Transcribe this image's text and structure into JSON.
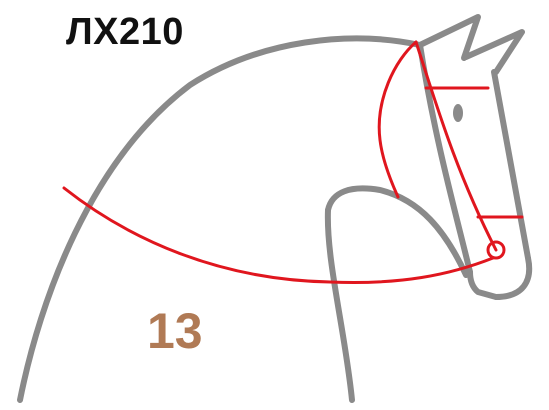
{
  "header": {
    "code": "ЛХ210"
  },
  "step": {
    "number": "13"
  },
  "colors": {
    "outline": "#8a8a8a",
    "bridle": "#e0161e",
    "step_number": "#b07a55",
    "code_text": "#111111"
  },
  "icons": {
    "eye": "filled-ellipse"
  }
}
